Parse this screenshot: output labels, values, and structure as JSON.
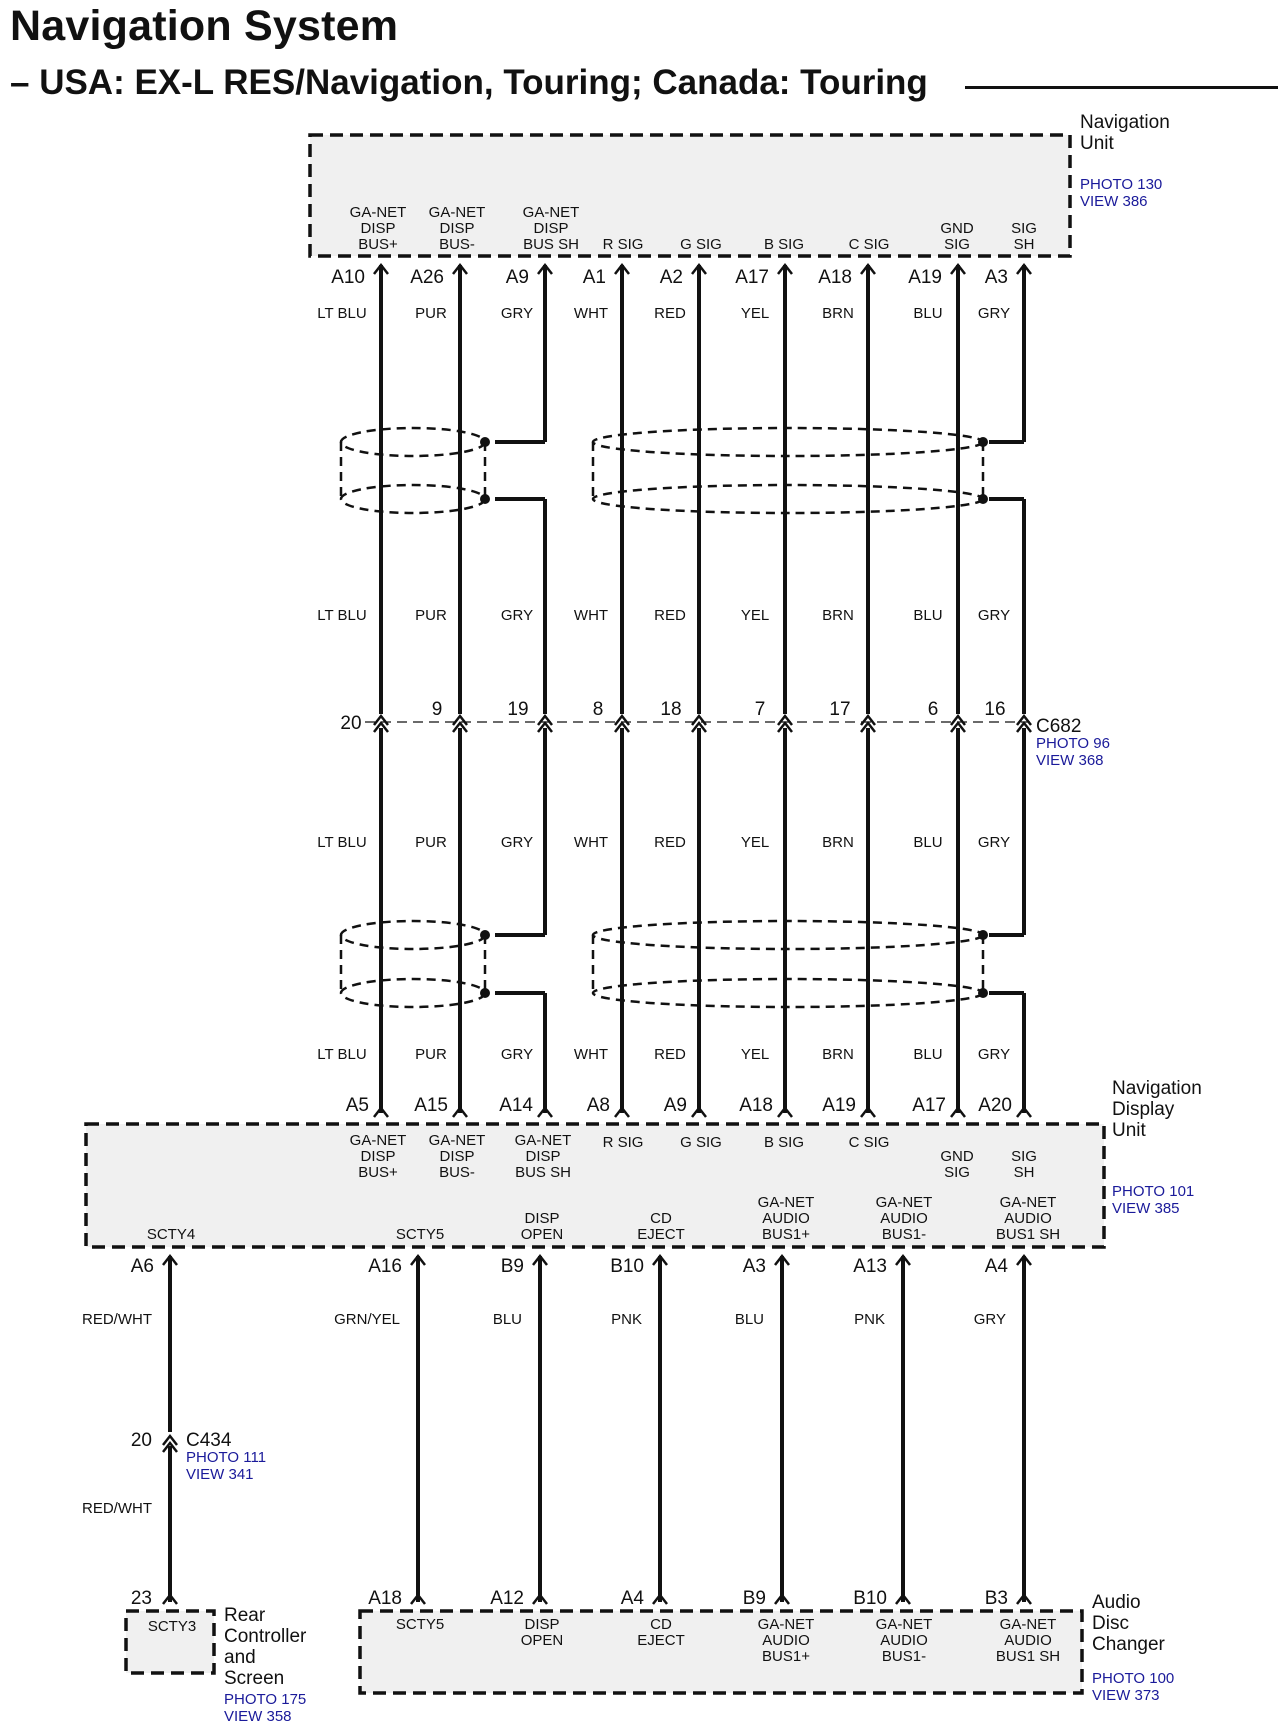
{
  "header": {
    "title": "Navigation System",
    "subtitle": "– USA: EX-L RES/Navigation, Touring; Canada: Touring"
  },
  "colors": {
    "reference": "#1a1a9a",
    "box_fill": "#f0f0f0",
    "wire": "#111111"
  },
  "nav_unit": {
    "name": [
      "Navigation",
      "Unit"
    ],
    "photo": "PHOTO 130",
    "view": "VIEW 386",
    "terminals": [
      {
        "label": [
          "GA-NET",
          "DISP",
          "BUS+"
        ],
        "pin": "A10"
      },
      {
        "label": [
          "GA-NET",
          "DISP",
          "BUS-"
        ],
        "pin": "A26"
      },
      {
        "label": [
          "GA-NET",
          "DISP",
          "BUS SH"
        ],
        "pin": "A9"
      },
      {
        "label": [
          "R SIG"
        ],
        "pin": "A1"
      },
      {
        "label": [
          "G SIG"
        ],
        "pin": "A2"
      },
      {
        "label": [
          "B SIG"
        ],
        "pin": "A17"
      },
      {
        "label": [
          "C SIG"
        ],
        "pin": "A18"
      },
      {
        "label": [
          "GND",
          "SIG"
        ],
        "pin": "A19"
      },
      {
        "label": [
          "SIG",
          "SH"
        ],
        "pin": "A3"
      }
    ]
  },
  "wire_colors": [
    "LT BLU",
    "PUR",
    "GRY",
    "WHT",
    "RED",
    "YEL",
    "BRN",
    "BLU",
    "GRY"
  ],
  "c682": {
    "name": "C682",
    "photo": "PHOTO 96",
    "view": "VIEW 368",
    "pins": [
      "20",
      "9",
      "19",
      "8",
      "18",
      "7",
      "17",
      "6",
      "16"
    ]
  },
  "display_unit": {
    "name": [
      "Navigation",
      "Display",
      "Unit"
    ],
    "photo": "PHOTO 101",
    "view": "VIEW 385",
    "top_terminals": [
      {
        "label": [
          "GA-NET",
          "DISP",
          "BUS+"
        ],
        "pin": "A5"
      },
      {
        "label": [
          "GA-NET",
          "DISP",
          "BUS-"
        ],
        "pin": "A15"
      },
      {
        "label": [
          "GA-NET",
          "DISP",
          "BUS SH"
        ],
        "pin": "A14"
      },
      {
        "label": [
          "R SIG"
        ],
        "pin": "A8"
      },
      {
        "label": [
          "G SIG"
        ],
        "pin": "A9"
      },
      {
        "label": [
          "B SIG"
        ],
        "pin": "A18"
      },
      {
        "label": [
          "C SIG"
        ],
        "pin": "A19"
      },
      {
        "label": [
          "GND",
          "SIG"
        ],
        "pin": "A17"
      },
      {
        "label": [
          "SIG",
          "SH"
        ],
        "pin": "A20"
      }
    ],
    "bottom_terminals": [
      {
        "label": [
          "SCTY4"
        ],
        "pin": "A6",
        "wire": "RED/WHT"
      },
      {
        "label": [
          "SCTY5"
        ],
        "pin": "A16",
        "wire": "GRN/YEL"
      },
      {
        "label": [
          "DISP",
          "OPEN"
        ],
        "pin": "B9",
        "wire": "BLU"
      },
      {
        "label": [
          "CD",
          "EJECT"
        ],
        "pin": "B10",
        "wire": "PNK"
      },
      {
        "label": [
          "GA-NET",
          "AUDIO",
          "BUS1+"
        ],
        "pin": "A3",
        "wire": "BLU"
      },
      {
        "label": [
          "GA-NET",
          "AUDIO",
          "BUS1-"
        ],
        "pin": "A13",
        "wire": "PNK"
      },
      {
        "label": [
          "GA-NET",
          "AUDIO",
          "BUS1 SH"
        ],
        "pin": "A4",
        "wire": "GRY"
      }
    ]
  },
  "c434": {
    "name": "C434",
    "photo": "PHOTO 111",
    "view": "VIEW 341",
    "pin": "20",
    "wire_after": "RED/WHT"
  },
  "rear_controller": {
    "name": [
      "Rear",
      "Controller",
      "and",
      "Screen"
    ],
    "photo": "PHOTO 175",
    "view": "VIEW 358",
    "terminal": {
      "label": [
        "SCTY3"
      ],
      "pin": "23"
    }
  },
  "disc_changer": {
    "name": [
      "Audio",
      "Disc",
      "Changer"
    ],
    "photo": "PHOTO 100",
    "view": "VIEW 373",
    "terminals": [
      {
        "label": [
          "SCTY5"
        ],
        "pin": "A18"
      },
      {
        "label": [
          "DISP",
          "OPEN"
        ],
        "pin": "A12"
      },
      {
        "label": [
          "CD",
          "EJECT"
        ],
        "pin": "A4"
      },
      {
        "label": [
          "GA-NET",
          "AUDIO",
          "BUS1+"
        ],
        "pin": "B9"
      },
      {
        "label": [
          "GA-NET",
          "AUDIO",
          "BUS1-"
        ],
        "pin": "B10"
      },
      {
        "label": [
          "GA-NET",
          "AUDIO",
          "BUS1 SH"
        ],
        "pin": "B3"
      }
    ]
  }
}
